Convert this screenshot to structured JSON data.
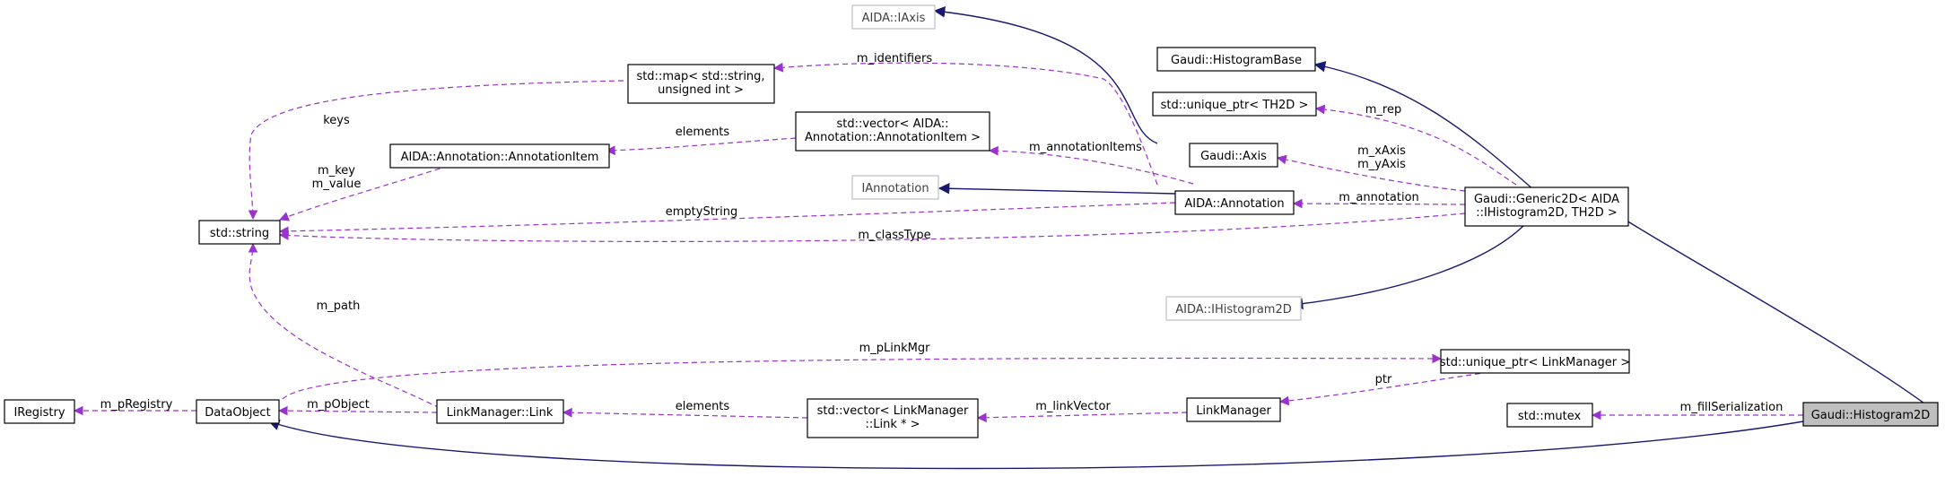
{
  "nodes": {
    "histogram2d": [
      "Gaudi::Histogram2D"
    ],
    "generic2d": [
      "Gaudi::Generic2D< AIDA",
      "::IHistogram2D, TH2D >"
    ],
    "histogram_base": [
      "Gaudi::HistogramBase"
    ],
    "unique_ptr_th2d": [
      "std::unique_ptr< TH2D >"
    ],
    "axis": [
      "Gaudi::Axis"
    ],
    "aida_iaxis": [
      "AIDA::IAxis"
    ],
    "aida_annotation": [
      "AIDA::Annotation"
    ],
    "iannotation": [
      "IAnnotation"
    ],
    "aida_ihistogram2d": [
      "AIDA::IHistogram2D"
    ],
    "std_map": [
      "std::map< std::string,",
      "unsigned int >"
    ],
    "vector_annotation_item": [
      "std::vector< AIDA::",
      "Annotation::AnnotationItem >"
    ],
    "annotation_item": [
      "AIDA::Annotation::AnnotationItem"
    ],
    "std_string": [
      "std::string"
    ],
    "unique_ptr_linkmanager": [
      "std::unique_ptr< LinkManager >"
    ],
    "linkmanager": [
      "LinkManager"
    ],
    "vector_link": [
      "std::vector< LinkManager",
      "::Link * >"
    ],
    "linkmanager_link": [
      "LinkManager::Link"
    ],
    "dataobject": [
      "DataObject"
    ],
    "iregistry": [
      "IRegistry"
    ],
    "std_mutex": [
      "std::mutex"
    ]
  },
  "edge_labels": {
    "m_rep": [
      "m_rep"
    ],
    "m_xyaxis": [
      "m_xAxis",
      "m_yAxis"
    ],
    "m_annotation": [
      "m_annotation"
    ],
    "m_classtype": [
      "m_classType"
    ],
    "m_identifiers": [
      "m_identifiers"
    ],
    "m_annotationitems": [
      "m_annotationItems"
    ],
    "emptystring": [
      "emptyString"
    ],
    "elements_annotation": [
      "elements"
    ],
    "keys": [
      "keys"
    ],
    "m_key_value": [
      "m_key",
      "m_value"
    ],
    "m_path": [
      "m_path"
    ],
    "m_plinkmgr": [
      "m_pLinkMgr"
    ],
    "ptr": [
      "ptr"
    ],
    "m_linkvector": [
      "m_linkVector"
    ],
    "elements_link": [
      "elements"
    ],
    "m_pobject": [
      "m_pObject"
    ],
    "m_pregistry": [
      "m_pRegistry"
    ],
    "m_fillserialization": [
      "m_fillSerialization"
    ]
  }
}
